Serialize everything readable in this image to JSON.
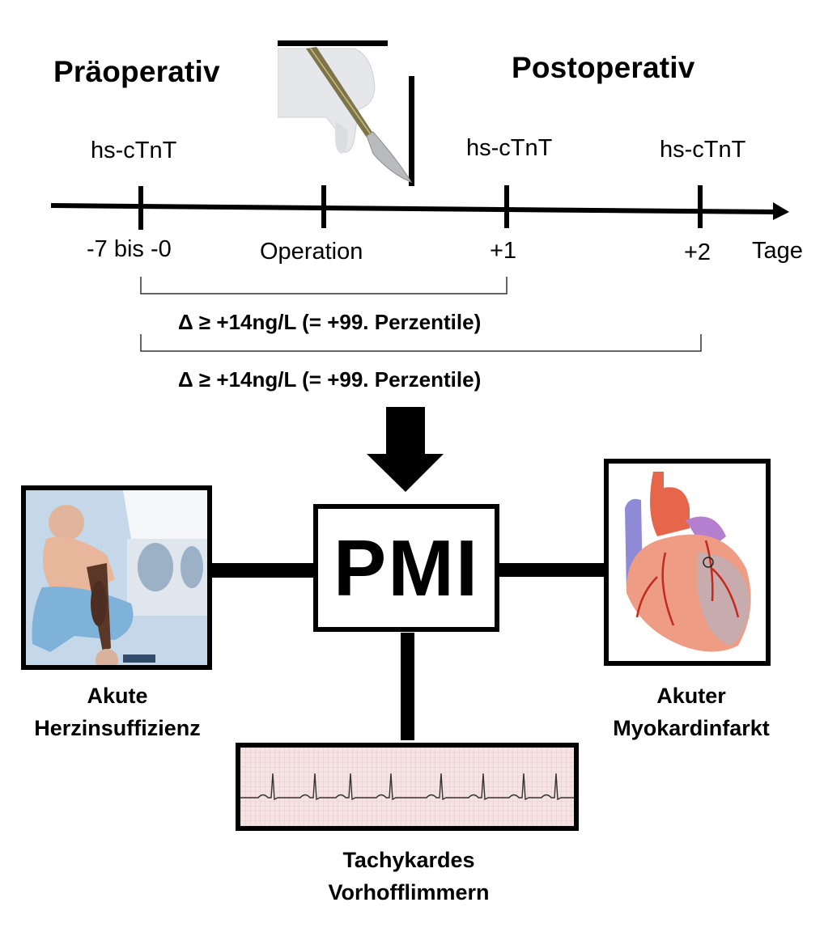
{
  "timeline": {
    "pre_heading": "Präoperativ",
    "post_heading": "Postoperativ",
    "marker_labels_above": [
      "hs-cTnT",
      "hs-cTnT",
      "hs-cTnT"
    ],
    "ticks": [
      "-7 bis -0",
      "Operation",
      "+1",
      "+2"
    ],
    "axis_unit": "Tage"
  },
  "brackets": [
    {
      "from": "-7 bis -0",
      "to": "+1",
      "label": "Δ ≥ +14ng/L (= +99. Perzentile)"
    },
    {
      "from": "-7 bis -0",
      "to": "+2",
      "label": "Δ ≥ +14ng/L (= +99. Perzentile)"
    }
  ],
  "center": {
    "label": "PMI"
  },
  "outcomes": {
    "left": {
      "line1": "Akute",
      "line2": "Herzinsuffizienz",
      "image": "heart-failure-illustration"
    },
    "right": {
      "line1": "Akuter",
      "line2": "Myokardinfarkt",
      "image": "heart-anatomy-illustration"
    },
    "bottom": {
      "line1": "Tachykardes",
      "line2": "Vorhofflimmern",
      "image": "ecg-strip"
    }
  },
  "images": {
    "operation": "scalpel-hand-illustration"
  }
}
